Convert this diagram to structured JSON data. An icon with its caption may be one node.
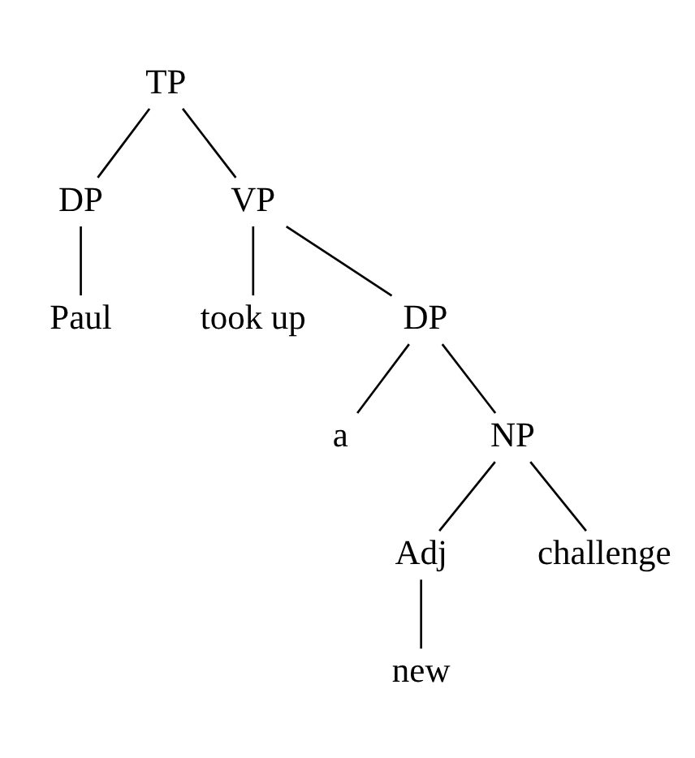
{
  "diagram": {
    "nodes": [
      {
        "text": [
          "TP"
        ]
      },
      {
        "text": [
          "DP"
        ]
      },
      {
        "text": [
          "VP"
        ]
      },
      {
        "text": [
          "Paul"
        ]
      },
      {
        "text": [
          "took up"
        ]
      },
      {
        "text": [
          "DP"
        ]
      },
      {
        "text": [
          "a"
        ]
      },
      {
        "text": [
          "NP"
        ]
      },
      {
        "text": [
          "Adj"
        ]
      },
      {
        "text": [
          "challenge"
        ]
      },
      {
        "text": [
          "new"
        ]
      }
    ],
    "edges": [
      {
        "from": 0,
        "to": 1,
        "arrow": "none"
      },
      {
        "from": 0,
        "to": 2,
        "arrow": "none"
      },
      {
        "from": 1,
        "to": 3,
        "arrow": "none"
      },
      {
        "from": 2,
        "to": 4,
        "arrow": "none"
      },
      {
        "from": 2,
        "to": 5,
        "arrow": "none"
      },
      {
        "from": 5,
        "to": 6,
        "arrow": "none"
      },
      {
        "from": 5,
        "to": 7,
        "arrow": "none"
      },
      {
        "from": 7,
        "to": 8,
        "arrow": "none"
      },
      {
        "from": 7,
        "to": 9,
        "arrow": "none"
      },
      {
        "from": 8,
        "to": 10,
        "arrow": "none"
      }
    ]
  }
}
